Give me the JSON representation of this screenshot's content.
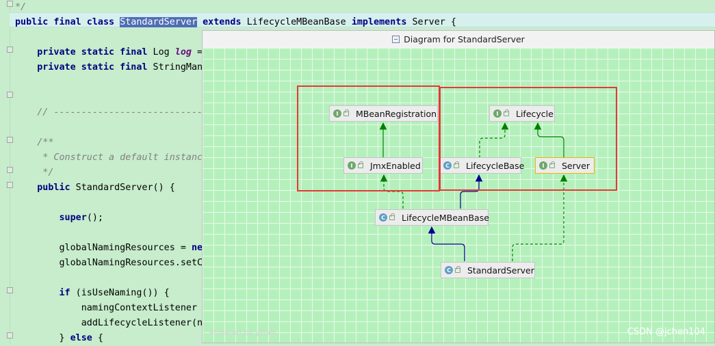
{
  "editor": {
    "lines": [
      {
        "segments": [
          {
            "t": "*/",
            "c": "cm"
          }
        ]
      },
      {
        "segments": [
          {
            "t": "public final class ",
            "c": "kw"
          },
          {
            "t": "StandardServer",
            "c": "sel"
          },
          {
            "t": " ",
            "c": ""
          },
          {
            "t": "extends",
            "c": "kw"
          },
          {
            "t": " LifecycleMBeanBase ",
            "c": ""
          },
          {
            "t": "implements",
            "c": "kw"
          },
          {
            "t": " Server {",
            "c": ""
          }
        ]
      },
      {
        "segments": []
      },
      {
        "segments": [
          {
            "t": "    ",
            "c": ""
          },
          {
            "t": "private static final",
            "c": "kw"
          },
          {
            "t": " Log ",
            "c": ""
          },
          {
            "t": "log",
            "c": "fld"
          },
          {
            "t": " =",
            "c": ""
          }
        ]
      },
      {
        "segments": [
          {
            "t": "    ",
            "c": ""
          },
          {
            "t": "private static final",
            "c": "kw"
          },
          {
            "t": " StringMan",
            "c": ""
          }
        ]
      },
      {
        "segments": []
      },
      {
        "segments": []
      },
      {
        "segments": [
          {
            "t": "    // -----------------------------",
            "c": "cm"
          }
        ]
      },
      {
        "segments": []
      },
      {
        "segments": [
          {
            "t": "    /**",
            "c": "cm"
          }
        ]
      },
      {
        "segments": [
          {
            "t": "     * Construct a default instanc",
            "c": "cm"
          }
        ]
      },
      {
        "segments": [
          {
            "t": "     */",
            "c": "cm"
          }
        ]
      },
      {
        "segments": [
          {
            "t": "    ",
            "c": ""
          },
          {
            "t": "public",
            "c": "kw"
          },
          {
            "t": " StandardServer() {",
            "c": ""
          }
        ]
      },
      {
        "segments": []
      },
      {
        "segments": [
          {
            "t": "        ",
            "c": ""
          },
          {
            "t": "super",
            "c": "kw"
          },
          {
            "t": "();",
            "c": ""
          }
        ]
      },
      {
        "segments": []
      },
      {
        "segments": [
          {
            "t": "        globalNamingResources = ",
            "c": ""
          },
          {
            "t": "new",
            "c": "kw"
          }
        ]
      },
      {
        "segments": [
          {
            "t": "        globalNamingResources.setC",
            "c": ""
          }
        ]
      },
      {
        "segments": []
      },
      {
        "segments": [
          {
            "t": "        ",
            "c": ""
          },
          {
            "t": "if",
            "c": "kw"
          },
          {
            "t": " (isUseNaming()) {",
            "c": ""
          }
        ]
      },
      {
        "segments": [
          {
            "t": "            namingContextListener",
            "c": ""
          }
        ]
      },
      {
        "segments": [
          {
            "t": "            addLifecycleListener(n",
            "c": ""
          }
        ]
      },
      {
        "segments": [
          {
            "t": "        } ",
            "c": ""
          },
          {
            "t": "else",
            "c": "kw"
          },
          {
            "t": " {",
            "c": ""
          }
        ]
      }
    ]
  },
  "diagram": {
    "title": "Diagram for StandardServer",
    "nodes": {
      "mbean_registration": {
        "label": "MBeanRegistration",
        "kind": "I"
      },
      "jmx_enabled": {
        "label": "JmxEnabled",
        "kind": "I"
      },
      "lifecycle": {
        "label": "Lifecycle",
        "kind": "I"
      },
      "lifecycle_base": {
        "label": "LifecycleBase",
        "kind": "C"
      },
      "server": {
        "label": "Server",
        "kind": "I"
      },
      "lifecycle_mbean_base": {
        "label": "LifecycleMBeanBase",
        "kind": "C"
      },
      "standard_server": {
        "label": "StandardServer",
        "kind": "C"
      }
    },
    "powered_by": "Powered by yFiles",
    "colors": {
      "implements": "#008000",
      "extends": "#00008b",
      "highlight": "#e8373a"
    }
  },
  "watermark": "CSDN @jchen104"
}
